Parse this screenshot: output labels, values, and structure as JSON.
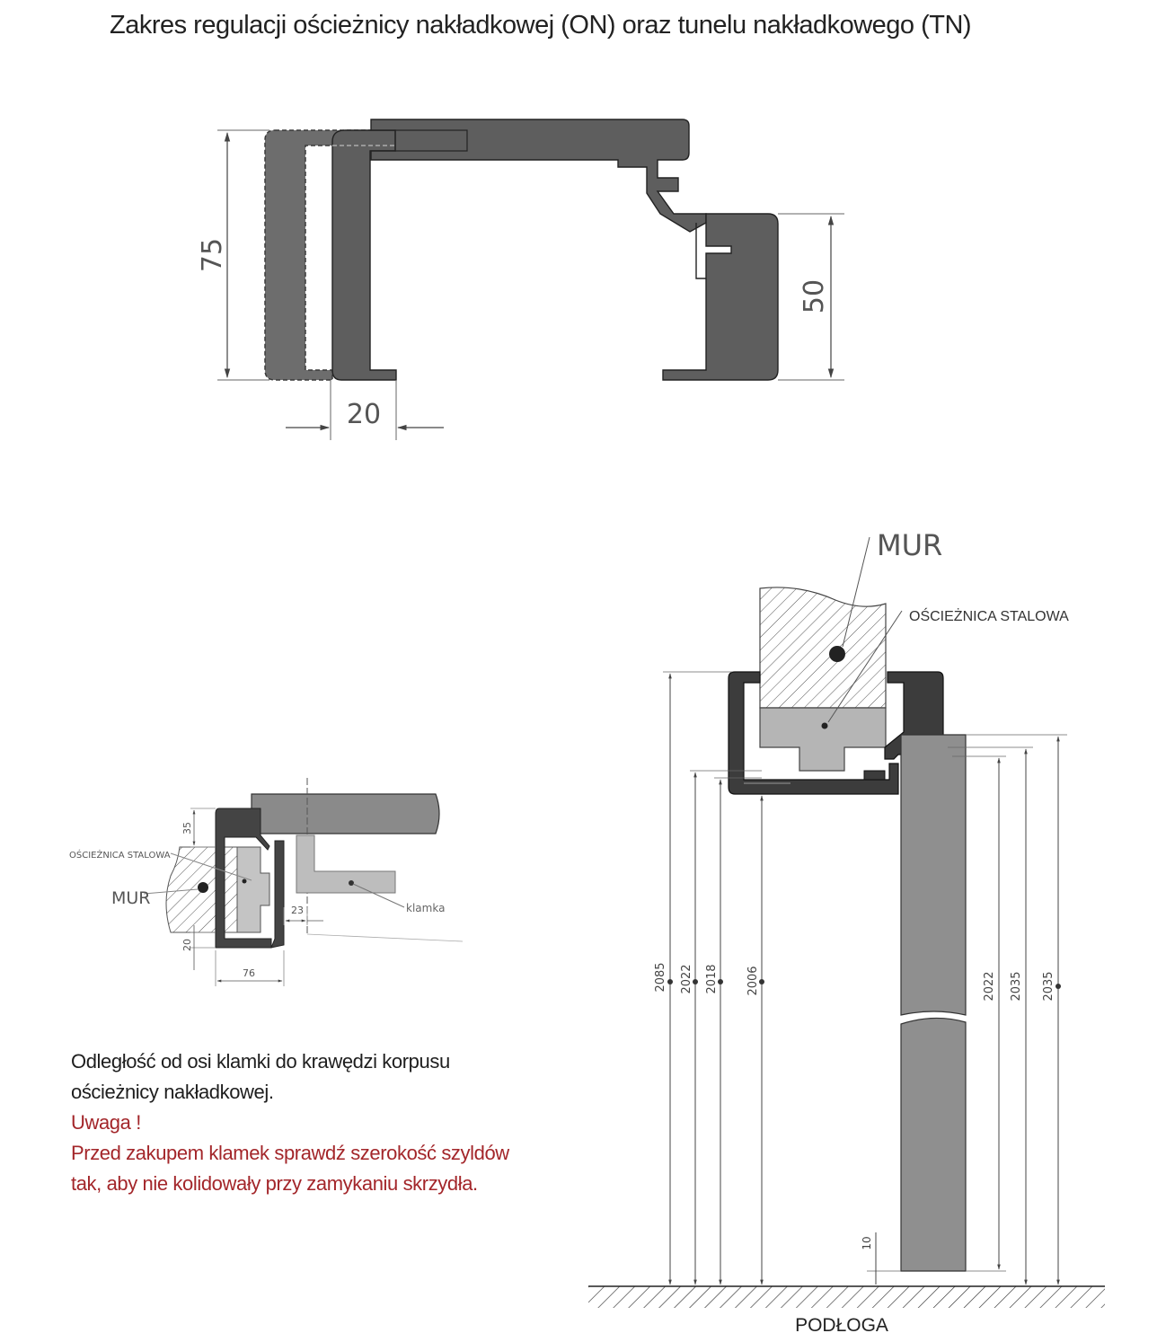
{
  "title": "Zakres regulacji ościeżnicy nakładkowej (ON) oraz tunelu nakładkowego (TN)",
  "figure1": {
    "dim_left": "75",
    "dim_right": "50",
    "dim_bottom": "20"
  },
  "figure2": {
    "label_frame": "OŚCIEŻNICA STALOWA",
    "label_wall": "MUR",
    "label_handle": "klamka",
    "dim_35": "35",
    "dim_20": "20",
    "dim_23": "23",
    "dim_76": "76"
  },
  "figure3": {
    "label_wall": "MUR",
    "label_frame": "OŚCIEŻNICA STALOWA",
    "label_floor": "PODŁOGA",
    "dims_left": [
      "2085",
      "2022",
      "2018",
      "2006"
    ],
    "dims_right": [
      "2022",
      "2035",
      "2035"
    ],
    "dim_gap": "10"
  },
  "note": {
    "line1": "Odległość od osi klamki do krawędzi korpusu",
    "line2": "ościeżnicy nakładkowej.",
    "warning_title": "Uwaga !",
    "warning_line1": "Przed zakupem klamek sprawdź szerokość szyldów",
    "warning_line2": "tak, aby nie kolidowały przy zamykaniu skrzydła."
  },
  "colors": {
    "frame_dark": "#4a4a4a",
    "frame_profile": "#5b5b5b",
    "leaf_gray": "#8f8f8f",
    "insert_gray": "#b5b5b5",
    "warning_red": "#a3262a"
  }
}
